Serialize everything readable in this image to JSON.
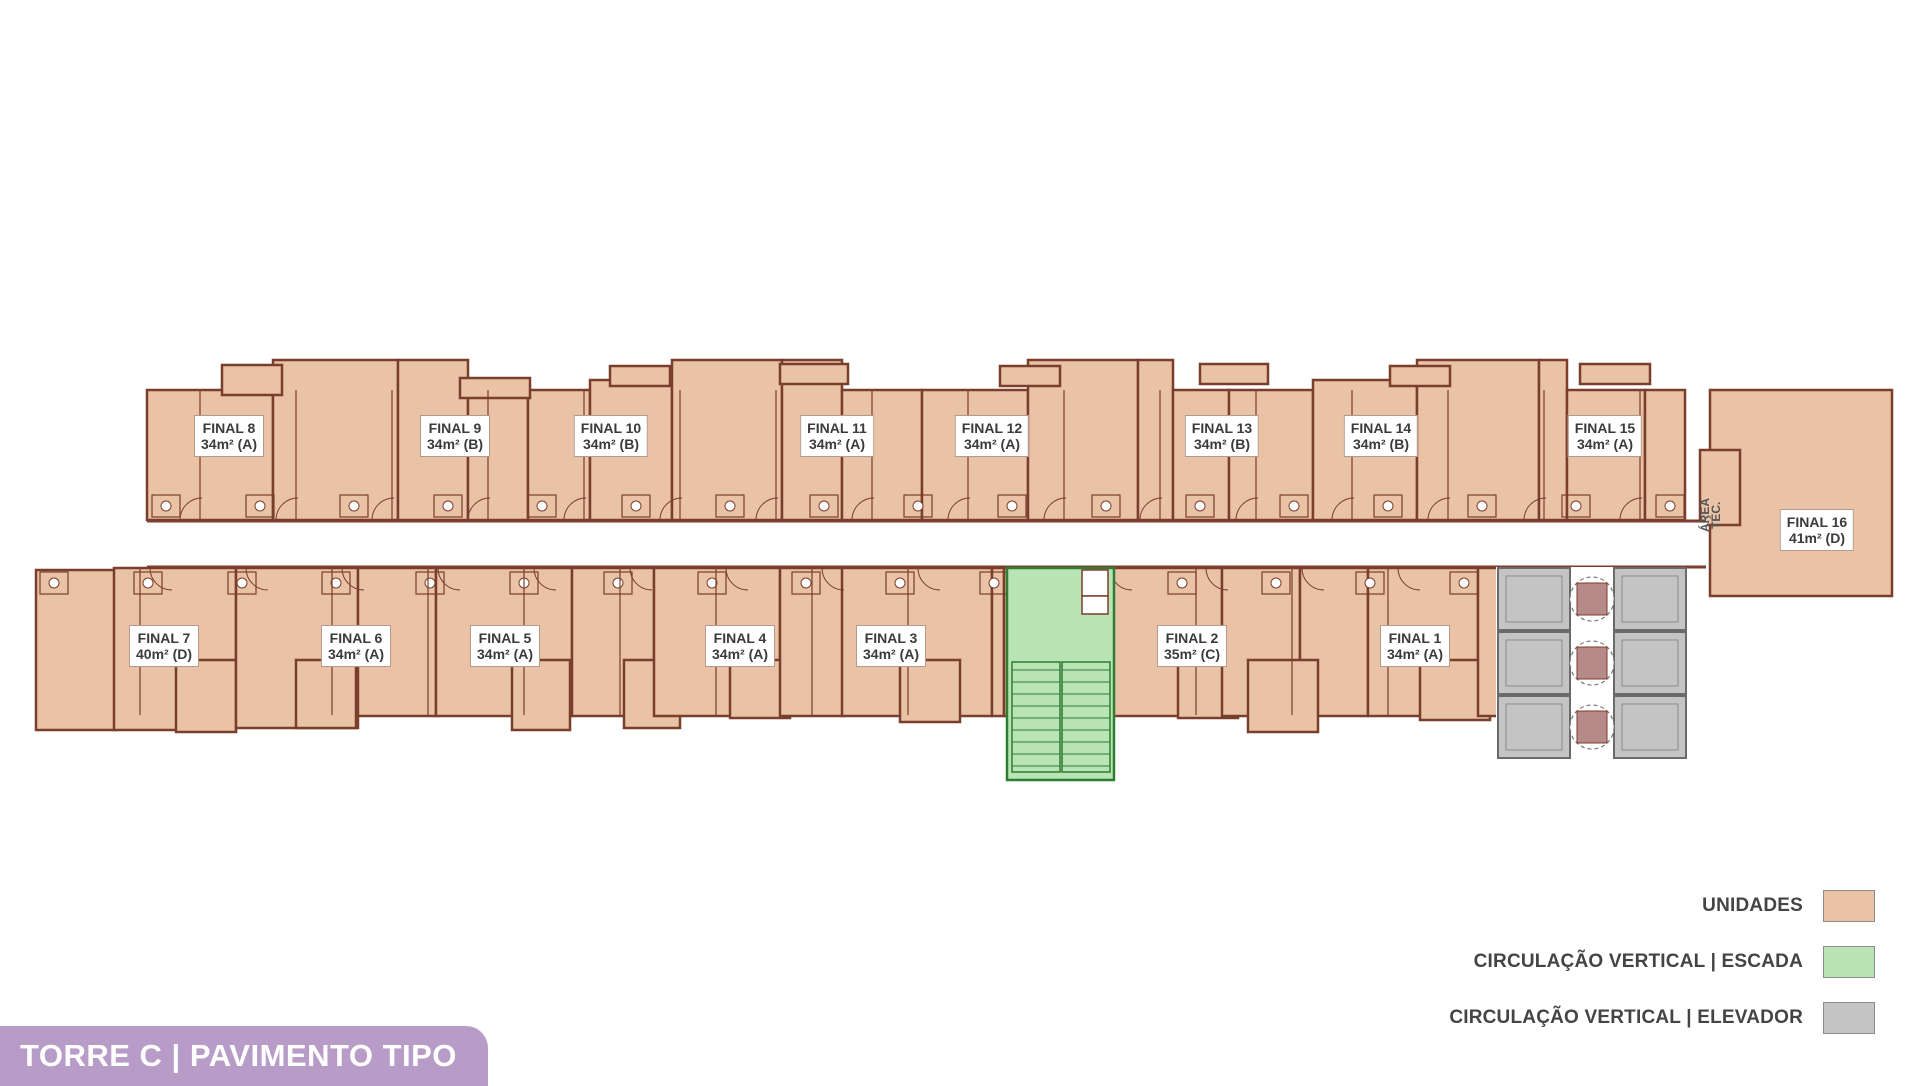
{
  "title": "TORRE C | PAVIMENTO TIPO",
  "colors": {
    "units": "#eac2a6",
    "stairs": "#b9e4b4",
    "elevator": "#c4c4c4",
    "walls": "#7a3e2c",
    "title_tab": "#b89cc8"
  },
  "units": [
    {
      "name": "FINAL 8",
      "area": "34m² (A)"
    },
    {
      "name": "FINAL 9",
      "area": "34m² (B)"
    },
    {
      "name": "FINAL 10",
      "area": "34m² (B)"
    },
    {
      "name": "FINAL 11",
      "area": "34m² (A)"
    },
    {
      "name": "FINAL 12",
      "area": "34m² (A)"
    },
    {
      "name": "FINAL 13",
      "area": "34m² (B)"
    },
    {
      "name": "FINAL 14",
      "area": "34m² (B)"
    },
    {
      "name": "FINAL 15",
      "area": "34m² (A)"
    },
    {
      "name": "FINAL 16",
      "area": "41m² (D)"
    },
    {
      "name": "FINAL 7",
      "area": "40m² (D)"
    },
    {
      "name": "FINAL 6",
      "area": "34m² (A)"
    },
    {
      "name": "FINAL 5",
      "area": "34m² (A)"
    },
    {
      "name": "FINAL 4",
      "area": "34m² (A)"
    },
    {
      "name": "FINAL 3",
      "area": "34m² (A)"
    },
    {
      "name": "FINAL 2",
      "area": "35m² (C)"
    },
    {
      "name": "FINAL 1",
      "area": "34m² (A)"
    }
  ],
  "area_tecnica": "ÁREA TÉC.",
  "legend": [
    {
      "label": "UNIDADES",
      "color": "#eac2a6"
    },
    {
      "label": "CIRCULAÇÃO VERTICAL | ESCADA",
      "color": "#b9e4b4"
    },
    {
      "label": "CIRCULAÇÃO VERTICAL | ELEVADOR",
      "color": "#c4c4c4"
    }
  ]
}
